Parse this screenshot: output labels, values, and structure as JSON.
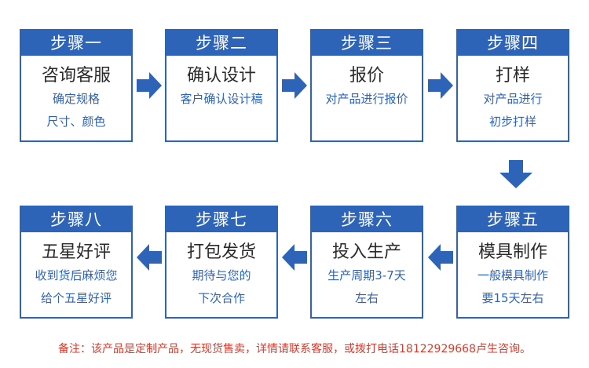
{
  "steps": [
    {
      "header": "步骤一",
      "title": "咨询客服",
      "desc1": "确定规格",
      "desc2": "尺寸、颜色"
    },
    {
      "header": "步骤二",
      "title": "确认设计",
      "desc1": "客户确认设计稿",
      "desc2": ""
    },
    {
      "header": "步骤三",
      "title": "报价",
      "desc1": "对产品进行报价",
      "desc2": ""
    },
    {
      "header": "步骤四",
      "title": "打样",
      "desc1": "对产品进行",
      "desc2": "初步打样"
    },
    {
      "header": "步骤五",
      "title": "模具制作",
      "desc1": "一般模具制作",
      "desc2": "要15天左右"
    },
    {
      "header": "步骤六",
      "title": "投入生产",
      "desc1": "生产周期3-7天",
      "desc2": "左右"
    },
    {
      "header": "步骤七",
      "title": "打包发货",
      "desc1": "期待与您的",
      "desc2": "下次合作"
    },
    {
      "header": "步骤八",
      "title": "五星好评",
      "desc1": "收到货后麻烦您",
      "desc2": "给个五星好评"
    }
  ],
  "footer_note": "备注：该产品是定制产品，无现货售卖，详情请联系客服，或拨打电话18122929668卢生咨询。",
  "colors": {
    "primary": "#2d64b8",
    "note": "#d93a2b",
    "title": "#2a2a2a"
  }
}
